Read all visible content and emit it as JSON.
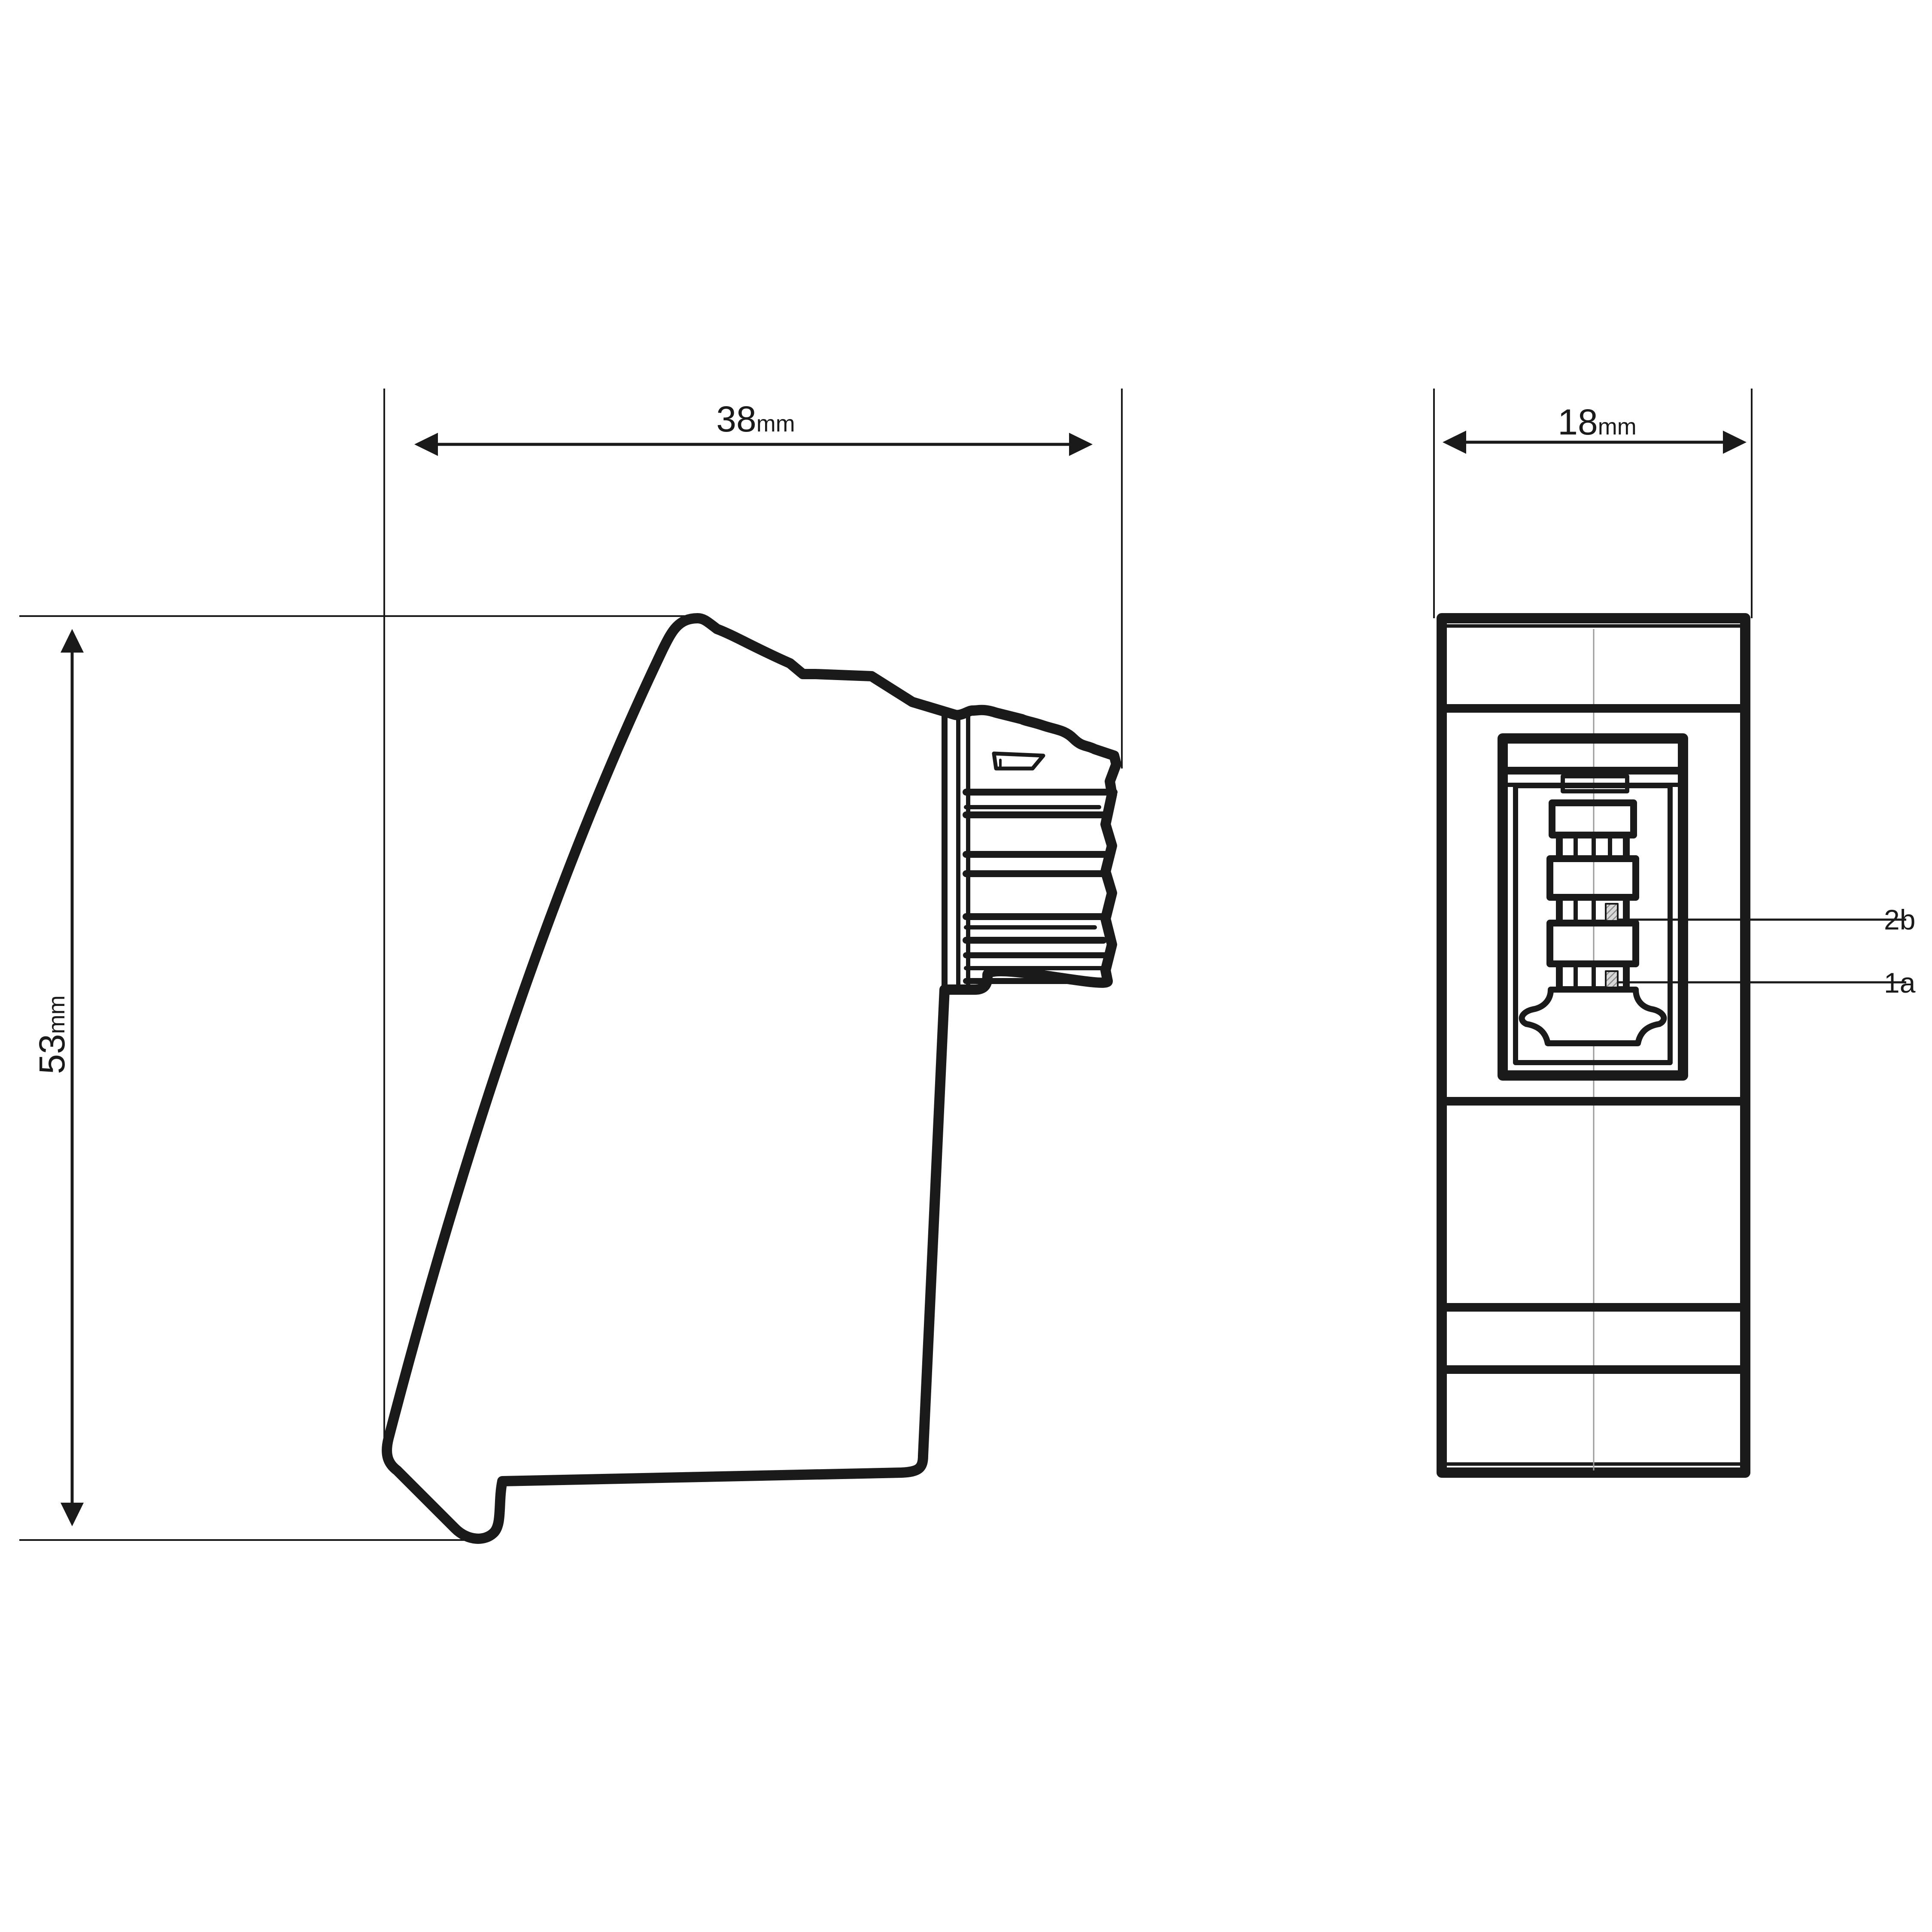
{
  "dimensions": {
    "depth": {
      "value": "38",
      "unit": "mm"
    },
    "width": {
      "value": "18",
      "unit": "mm"
    },
    "height": {
      "value": "53",
      "unit": "mm"
    }
  },
  "terminals": [
    {
      "label": "2b"
    },
    {
      "label": "1a"
    }
  ],
  "colors": {
    "line": "#1a1a1a",
    "hatch": "#9a9a9a",
    "background": "#ffffff"
  }
}
